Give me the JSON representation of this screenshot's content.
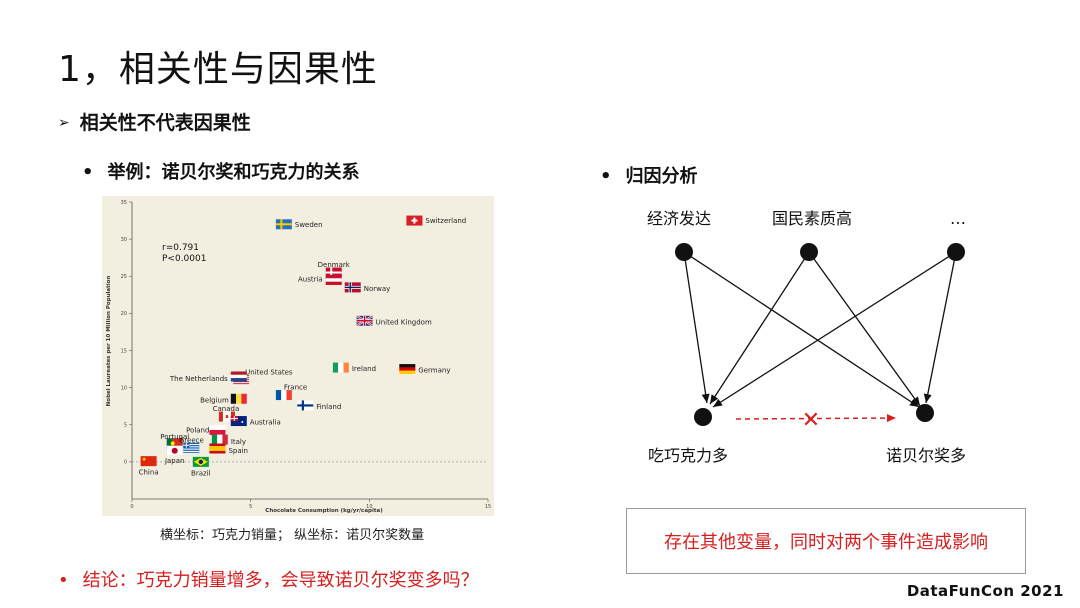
{
  "slide": {
    "title": "1，相关性与因果性",
    "subtitle": "相关性不代表因果性",
    "subtitle_marker": "➢",
    "example_bullet": "•",
    "example_label": "举例：诺贝尔奖和巧克力的关系",
    "attribution_bullet": "•",
    "attribution_label": "归因分析",
    "chart_caption": "横坐标：巧克力销量；  纵坐标：诺贝尔奖数量",
    "conclusion_bullet": "•",
    "conclusion": "结论：巧克力销量增多，会导致诺贝尔奖变多吗？",
    "note": "存在其他变量，同时对两个事件造成影响",
    "footer": "DataFunCon 2021"
  },
  "diagram": {
    "causes": [
      "经济发达",
      "国民素质高",
      "…"
    ],
    "effects": [
      "吃巧克力多",
      "诺贝尔奖多"
    ],
    "link_color": "#d81e1e",
    "break_mark": "✕"
  },
  "chart_data": {
    "type": "scatter",
    "xlabel": "Chocolate Consumption (kg/yr/capita)",
    "ylabel": "Nobel Laureates per 10 Million Population",
    "xlim": [
      0,
      15
    ],
    "ylim": [
      -5,
      35
    ],
    "xticks": [
      0,
      5,
      10,
      15
    ],
    "yticks": [
      0,
      5,
      10,
      15,
      20,
      25,
      30,
      35
    ],
    "stats": [
      "r=0.791",
      "P<0.0001"
    ],
    "points": [
      {
        "label": "Sweden",
        "x": 6.4,
        "y": 32,
        "flag": "sweden"
      },
      {
        "label": "Switzerland",
        "x": 11.9,
        "y": 32.5,
        "flag": "swiss"
      },
      {
        "label": "Denmark",
        "x": 8.5,
        "y": 25.5,
        "flag": "denmark"
      },
      {
        "label": "Austria",
        "x": 8.5,
        "y": 24.5,
        "flag": "austria"
      },
      {
        "label": "Norway",
        "x": 9.3,
        "y": 23.5,
        "flag": "norway"
      },
      {
        "label": "United Kingdom",
        "x": 9.8,
        "y": 19,
        "flag": "uk"
      },
      {
        "label": "United States",
        "x": 4.6,
        "y": 11,
        "flag": "us"
      },
      {
        "label": "The Netherlands",
        "x": 4.5,
        "y": 11.5,
        "flag": "netherlands"
      },
      {
        "label": "France",
        "x": 6.4,
        "y": 9,
        "flag": "france"
      },
      {
        "label": "Ireland",
        "x": 8.8,
        "y": 12.7,
        "flag": "ireland"
      },
      {
        "label": "Germany",
        "x": 11.6,
        "y": 12.5,
        "flag": "germany"
      },
      {
        "label": "Belgium",
        "x": 4.5,
        "y": 8.5,
        "flag": "belgium"
      },
      {
        "label": "Finland",
        "x": 7.3,
        "y": 7.6,
        "flag": "finland"
      },
      {
        "label": "Canada",
        "x": 4.0,
        "y": 6.1,
        "flag": "canada"
      },
      {
        "label": "Australia",
        "x": 4.5,
        "y": 5.5,
        "flag": "australia"
      },
      {
        "label": "Poland",
        "x": 3.6,
        "y": 4.3,
        "flag": "poland"
      },
      {
        "label": "Portugal",
        "x": 1.8,
        "y": 2.5,
        "flag": "portugal"
      },
      {
        "label": "Greece",
        "x": 2.5,
        "y": 1.9,
        "flag": "greece"
      },
      {
        "label": "Italy",
        "x": 3.7,
        "y": 3.0,
        "flag": "italy"
      },
      {
        "label": "Spain",
        "x": 3.6,
        "y": 1.8,
        "flag": "spain"
      },
      {
        "label": "Japan",
        "x": 1.8,
        "y": 1.5,
        "flag": "japan"
      },
      {
        "label": "China",
        "x": 0.7,
        "y": 0.1,
        "flag": "china"
      },
      {
        "label": "Brazil",
        "x": 2.9,
        "y": 0.0,
        "flag": "brazil"
      }
    ],
    "colors": {
      "panel": "#f3efe0",
      "reference_line": "#9aa0a6"
    }
  }
}
